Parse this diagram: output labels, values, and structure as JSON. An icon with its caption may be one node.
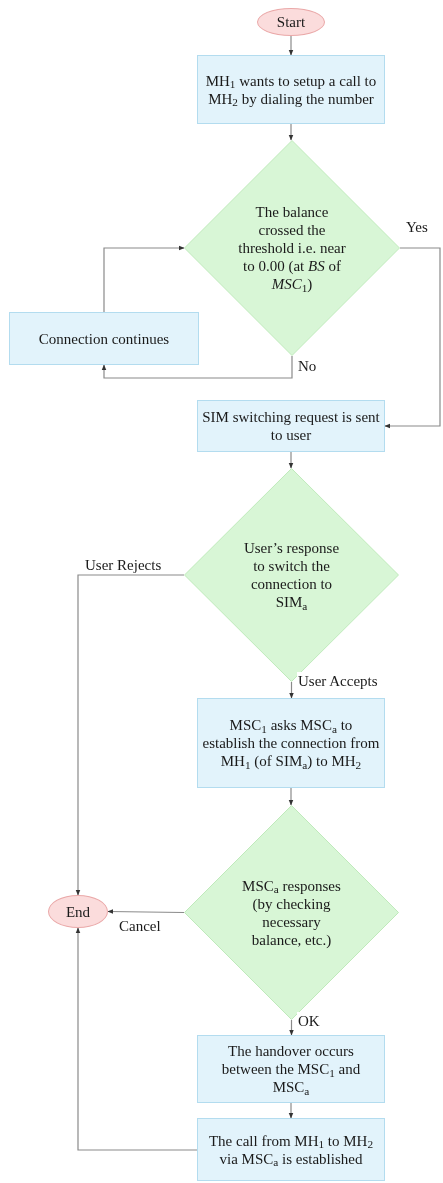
{
  "diagram": {
    "nodes": [
      {
        "text": [
          "Start"
        ]
      },
      {
        "text": [
          "MH$_{1}$ wants to setup a call to MH$_{2}$ by dialing the number"
        ]
      },
      {
        "text": [
          "The balance crossed the threshold i.e. near to 0.00 (at *BS* of *MSC*$_{1}$)"
        ]
      },
      {
        "text": [
          "Connection continues"
        ]
      },
      {
        "text": [
          "SIM switching request is sent to user"
        ]
      },
      {
        "text": [
          "User’s response to switch the connection to SIM$_{a}$"
        ]
      },
      {
        "text": [
          "MSC$_{1}$ asks MSC$_{a}$ to establish the connection from MH$_{1}$ (of SIM$_{a}$) to MH$_{2}$"
        ]
      },
      {
        "text": [
          "MSC$_{a}$ responses (by checking necessary balance, etc.)"
        ]
      },
      {
        "text": [
          "End"
        ]
      },
      {
        "text": [
          "The handover occurs between the MSC$_{1}$ and MSC$_{a}$"
        ]
      },
      {
        "text": [
          "The call from MH$_{1}$ to MH$_{2}$ via MSC$_{a}$ is established"
        ]
      }
    ],
    "edges": [
      {
        "from": 0,
        "to": 1,
        "arrow": "to"
      },
      {
        "from": 1,
        "to": 2,
        "arrow": "to"
      },
      {
        "from": 2,
        "to": 4,
        "arrow": "to",
        "label": "Yes"
      },
      {
        "from": 2,
        "to": 3,
        "arrow": "to",
        "label": "No"
      },
      {
        "from": 3,
        "to": 2,
        "arrow": "to"
      },
      {
        "from": 4,
        "to": 5,
        "arrow": "to"
      },
      {
        "from": 5,
        "to": 8,
        "arrow": "to",
        "label": "User Rejects"
      },
      {
        "from": 5,
        "to": 6,
        "arrow": "to",
        "label": "User Accepts"
      },
      {
        "from": 6,
        "to": 7,
        "arrow": "to"
      },
      {
        "from": 7,
        "to": 8,
        "arrow": "to",
        "label": "Cancel"
      },
      {
        "from": 7,
        "to": 9,
        "arrow": "to",
        "label": "OK"
      },
      {
        "from": 9,
        "to": 10,
        "arrow": "to"
      },
      {
        "from": 10,
        "to": 8,
        "arrow": "to"
      }
    ]
  }
}
